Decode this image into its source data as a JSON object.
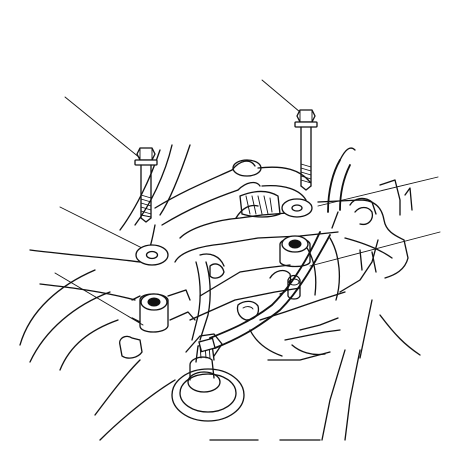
{
  "figure": {
    "type": "exploded-assembly-illustration",
    "callout_count": 6,
    "colors": {
      "line": "#111111",
      "background": "#ffffff"
    },
    "parts": [
      "left-bolt",
      "right-bolt",
      "left-washer",
      "right-washer",
      "left-mount-boss",
      "right-mount-boss",
      "gear-housing",
      "sensor-connector",
      "wire-harness",
      "hose"
    ]
  }
}
